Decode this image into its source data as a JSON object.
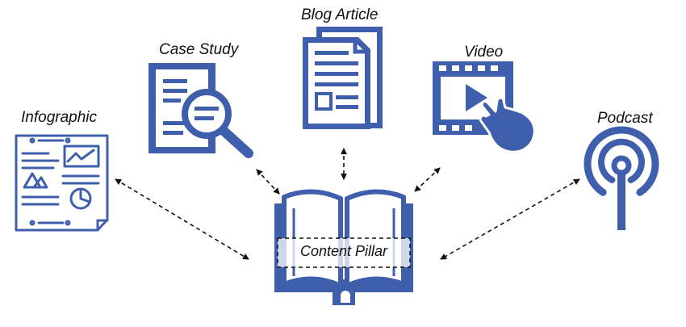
{
  "colors": {
    "icon": "#3f5fac",
    "arrow": "#111111",
    "pillar_band": "#d9def0"
  },
  "nodes": {
    "infographic": {
      "label": "Infographic",
      "icon": "infographic-icon"
    },
    "case_study": {
      "label": "Case Study",
      "icon": "case-study-icon"
    },
    "blog_article": {
      "label": "Blog Article",
      "icon": "blog-article-icon"
    },
    "video": {
      "label": "Video",
      "icon": "video-icon"
    },
    "podcast": {
      "label": "Podcast",
      "icon": "podcast-icon"
    }
  },
  "hub": {
    "label": "Content Pillar",
    "icon": "open-book-icon"
  }
}
